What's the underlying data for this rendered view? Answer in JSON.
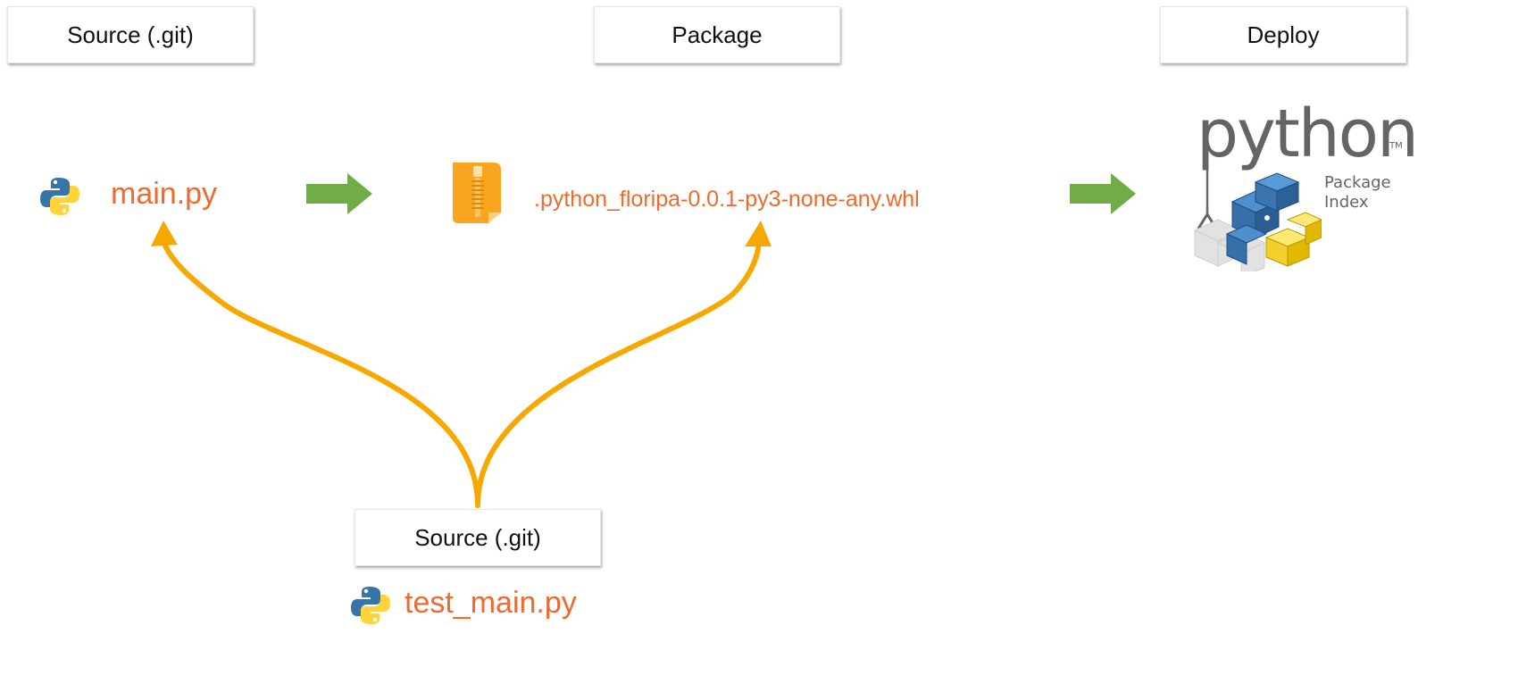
{
  "stages": {
    "source": "Source (.git)",
    "package": "Package",
    "deploy": "Deploy",
    "test_source": "Source (.git)"
  },
  "files": {
    "main": "main.py",
    "wheel": ".python_floripa-0.0.1-py3-none-any.whl",
    "test": "test_main.py"
  },
  "logo": {
    "word": "python",
    "line1": "Package",
    "line2": "Index",
    "tm": "TM"
  },
  "icons": {
    "python_file": "python-logo-icon",
    "archive": "zip-archive-icon",
    "pypi": "pypi-logo"
  },
  "colors": {
    "label": "#ef6a2e",
    "curve": "#f7a800",
    "flow_arrow": "#70ad47"
  }
}
